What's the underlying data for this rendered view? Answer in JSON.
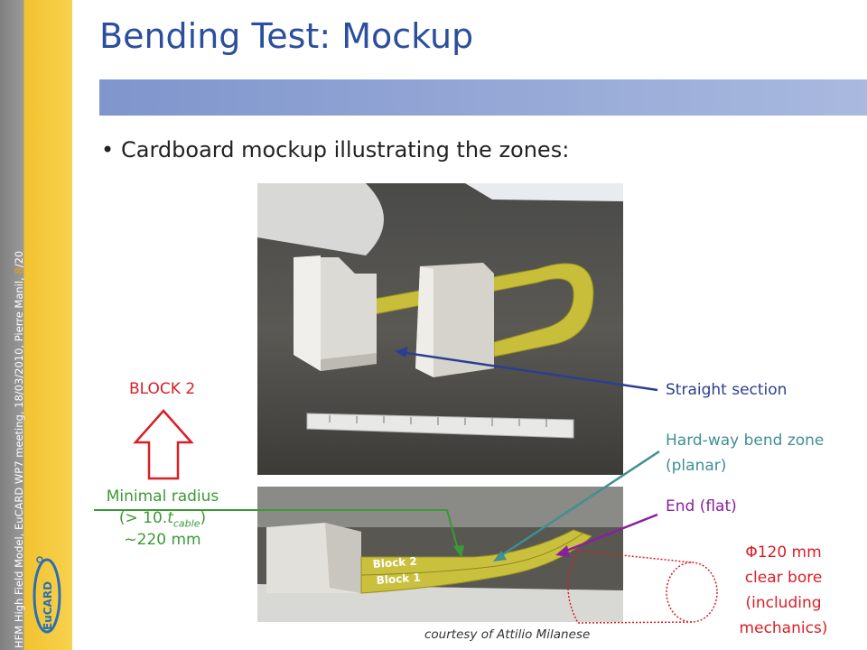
{
  "sidebar": {
    "text": "HFM High Field Model, EuCARD WP7 meeting, 18/03/2010, Pierre Manil,",
    "page": "8",
    "total": "/20",
    "logo_text": "EuCARD",
    "colors": {
      "gray": "#8c8c8c",
      "gold": "#f5ca3c"
    }
  },
  "slide": {
    "title": "Bending Test: Mockup",
    "bullet": "Cardboard mockup illustrating the zones:",
    "courtesy": "courtesy of Attilio Milanese",
    "colors": {
      "title": "#2b4f9e",
      "bar": "#8da1d3"
    }
  },
  "labels": {
    "block2": "BLOCK 2",
    "minimal_radius": "Minimal radius",
    "radius_paren_open": "(> 10.",
    "radius_t": "t",
    "radius_sub": "cable",
    "radius_paren_close": ")",
    "radius_value": "~220 mm",
    "straight_section": "Straight section",
    "hardway_line1": "Hard-way bend zone",
    "hardway_line2": "(planar)",
    "end_flat": "End (flat)",
    "bore_line1": "Φ120 mm",
    "bore_line2": "clear bore",
    "bore_line3": "(including",
    "bore_line4": "mechanics)",
    "photo_block2": "Block 2",
    "photo_block1": "Block 1"
  },
  "annotation_colors": {
    "red": "#d91e26",
    "green": "#3a9a36",
    "blue": "#2c3f8f",
    "teal": "#3f8f93",
    "purple": "#8a1fa0"
  }
}
